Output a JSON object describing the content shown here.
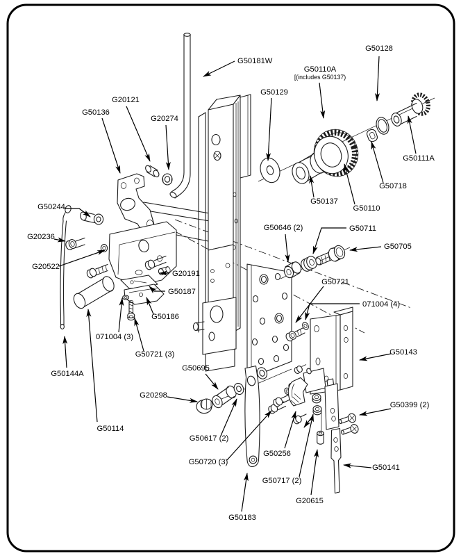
{
  "figure": {
    "type": "exploded-parts-diagram",
    "colors": {
      "line": "#1c1c1c",
      "background": "#ffffff",
      "label": "#000000"
    }
  },
  "labels": {
    "g50181w": {
      "text": "G50181W"
    },
    "g50129": {
      "text": "G50129"
    },
    "g50110a": {
      "text": "G50110A",
      "subtext": "[(includes G50137)"
    },
    "g50128": {
      "text": "G50128"
    },
    "g50111a": {
      "text": "G50111A"
    },
    "g50718": {
      "text": "G50718"
    },
    "g50137": {
      "text": "G50137"
    },
    "g50110": {
      "text": "G50110"
    },
    "g50136": {
      "text": "G50136"
    },
    "g20121": {
      "text": "G20121"
    },
    "g20274": {
      "text": "G20274"
    },
    "g50244": {
      "text": "G50244"
    },
    "g20236": {
      "text": "G20236"
    },
    "g20522": {
      "text": "G20522"
    },
    "g20191": {
      "text": "G20191"
    },
    "g50187": {
      "text": "G50187"
    },
    "g50186": {
      "text": "G50186"
    },
    "i071004_3": {
      "text": "071004 (3)"
    },
    "g50721_3": {
      "text": "G50721 (3)"
    },
    "g50646_2": {
      "text": "G50646 (2)"
    },
    "g50711": {
      "text": "G50711"
    },
    "g50705": {
      "text": "G50705"
    },
    "g50721": {
      "text": "G50721"
    },
    "i071004_4": {
      "text": "071004 (4)"
    },
    "g50143": {
      "text": "G50143"
    },
    "g50144a": {
      "text": "G50144A"
    },
    "g50114": {
      "text": "G50114"
    },
    "g50695": {
      "text": "G50695"
    },
    "g20298": {
      "text": "G20298"
    },
    "g50617_2": {
      "text": "G50617 (2)"
    },
    "g50720_3": {
      "text": "G50720 (3)"
    },
    "g50183": {
      "text": "G50183"
    },
    "g50256": {
      "text": "G50256"
    },
    "g50717_2": {
      "text": "G50717 (2)"
    },
    "g20615": {
      "text": "G20615"
    },
    "g50399_2": {
      "text": "G50399 (2)"
    },
    "g50141": {
      "text": "G50141"
    }
  }
}
